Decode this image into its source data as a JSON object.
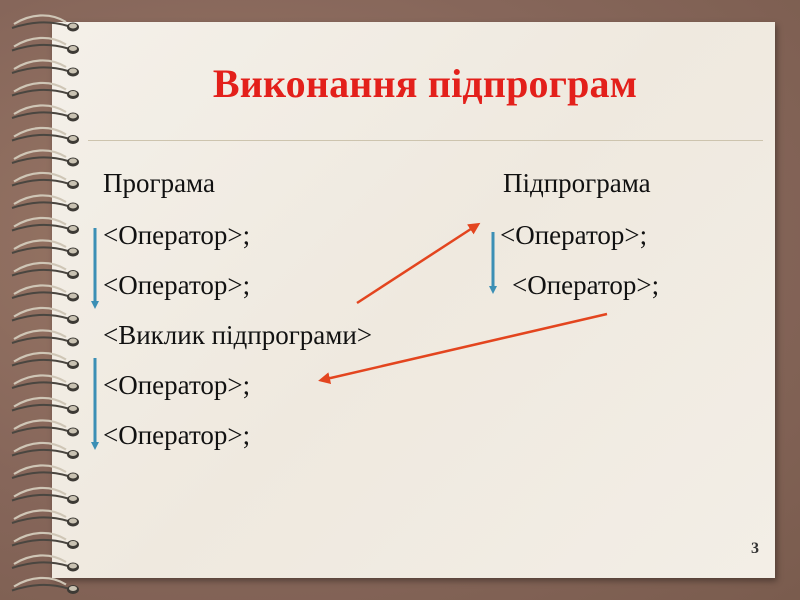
{
  "slide": {
    "title": "Виконання підпрограм",
    "page_number": "3"
  },
  "program": {
    "heading": "Програма",
    "lines": [
      "<Оператор>;",
      "<Оператор>;",
      "<Виклик підпрограми>",
      "<Оператор>;",
      "<Оператор>;"
    ]
  },
  "subprogram": {
    "heading": "Підпрограма",
    "lines": [
      "<Оператор>;",
      "<Оператор>;"
    ]
  },
  "colors": {
    "title": "#e3201b",
    "flow_arrow": "#3b8fb5",
    "call_arrow": "#e3451f"
  },
  "arrows": {
    "program_flow": "flow-arrow",
    "subprogram_flow": "flow-arrow",
    "call": "call-arrow",
    "return": "return-arrow"
  }
}
